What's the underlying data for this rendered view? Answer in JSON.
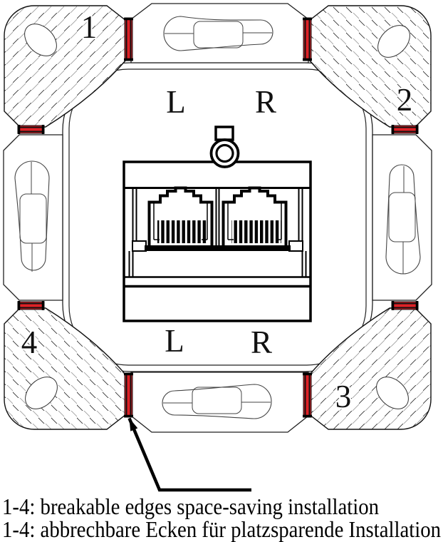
{
  "diagram": {
    "corner_labels": [
      "1",
      "2",
      "3",
      "4"
    ],
    "port_labels": {
      "top": {
        "left": "L",
        "right": "R"
      },
      "bottom": {
        "left": "L",
        "right": "R"
      }
    },
    "captions": {
      "en": "1-4: breakable edges space-saving installation",
      "de": "1-4: abbrechbare Ecken für platzsparende Installation"
    },
    "colors": {
      "breakable_edge": "#de2126",
      "outline": "#000000",
      "hatch_secondary": "#a0a0a0"
    }
  }
}
